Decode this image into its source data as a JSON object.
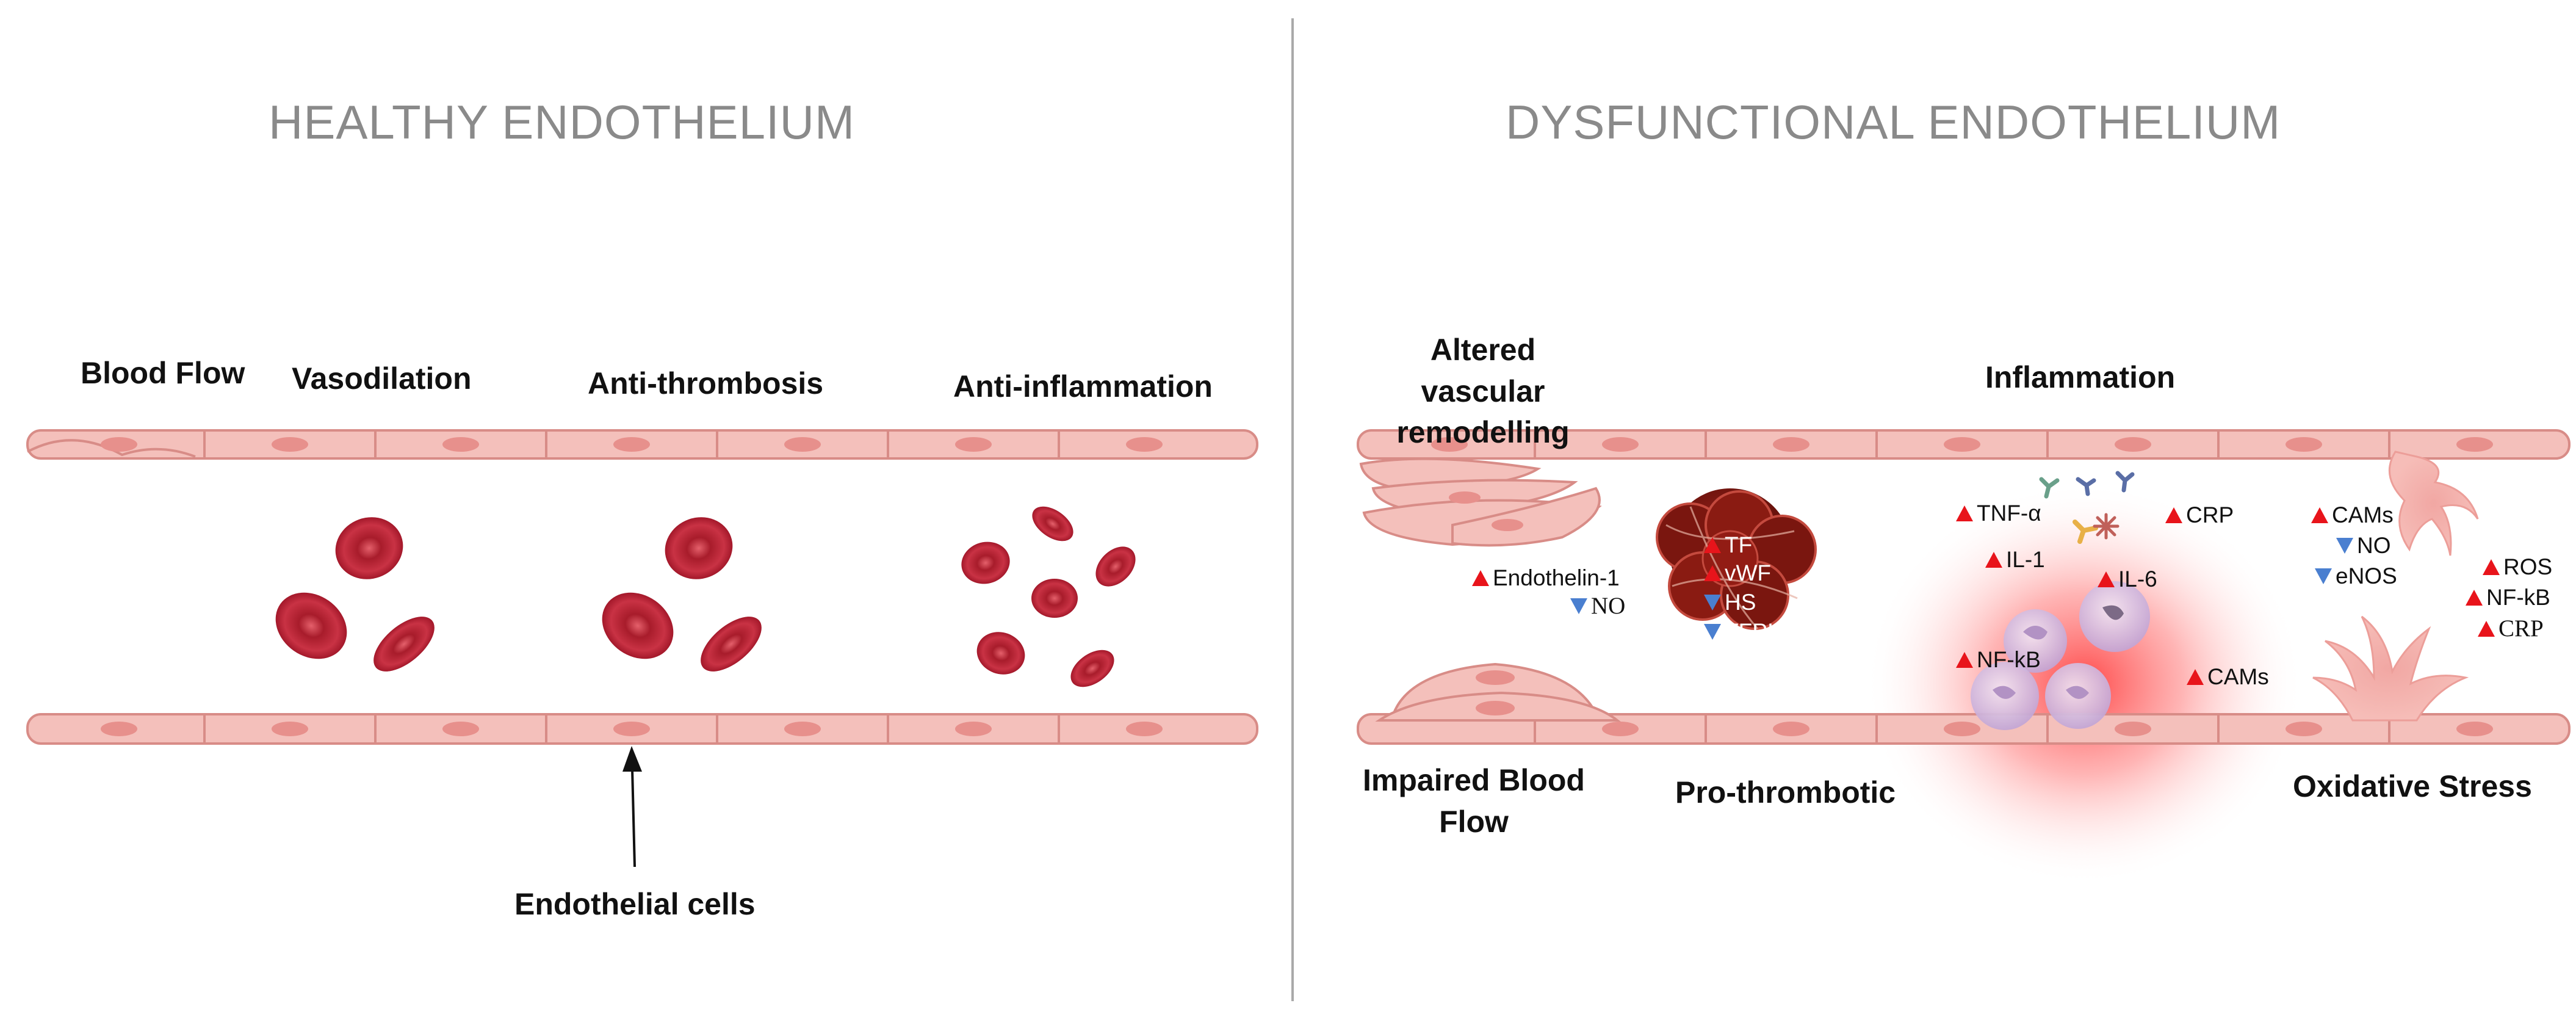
{
  "healthy": {
    "title": "HEALTHY ENDOTHELIUM",
    "labels": {
      "blood_flow": "Blood Flow",
      "vasodilation": "Vasodilation",
      "anti_thrombosis": "Anti-thrombosis",
      "anti_inflammation": "Anti-inflammation",
      "endothelial_cells": "Endothelial cells"
    }
  },
  "dysfunctional": {
    "title": "DYSFUNCTIONAL ENDOTHELIUM",
    "labels": {
      "altered_remodelling": "Altered vascular\nremodelling",
      "inflammation": "Inflammation",
      "impaired_flow": "Impaired Blood\nFlow",
      "pro_thrombotic": "Pro-thrombotic",
      "oxidative_stress": "Oxidative Stress"
    },
    "markers": {
      "endothelin": "Endothelin-1",
      "no_1": "NO",
      "tf": "TF",
      "vwf": "vWF",
      "hs": "HS",
      "tfpi": "TFPI",
      "tnf": "TNF-α",
      "il1": "IL-1",
      "il6": "IL-6",
      "nfkb_1": "NF-kB",
      "crp_1": "CRP",
      "cams_1": "CAMs",
      "cams_2": "CAMs",
      "no_2": "NO",
      "enos": "eNOS",
      "ros": "ROS",
      "nfkb_2": "NF-kB",
      "crp_2": "CRP"
    }
  },
  "colors": {
    "heading": "#8a8a8a",
    "wall": "#f0b6b0",
    "cell_outline": "#d88c87",
    "nucleus": "#e7908c",
    "rbc": "#c3283a",
    "up_arrow": "#e8141b",
    "down_arrow": "#4a7fd0"
  }
}
